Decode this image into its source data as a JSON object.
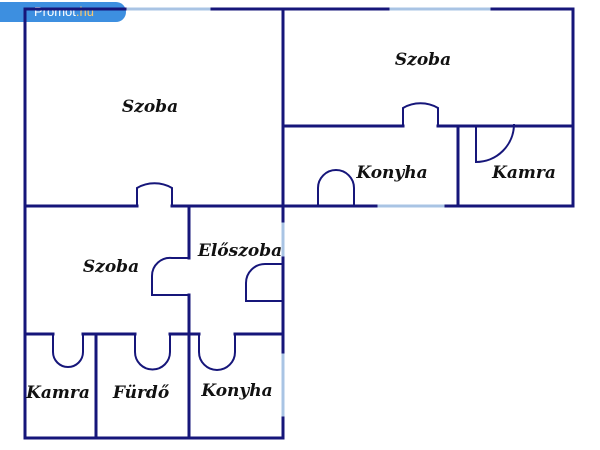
{
  "watermark": {
    "brand": "Promot",
    "suffix": ".hu"
  },
  "rooms": {
    "szoba_top_left": "Szoba",
    "szoba_top_right": "Szoba",
    "konyha_upper": "Konyha",
    "kamra_right": "Kamra",
    "szoba_middle_left": "Szoba",
    "eloszoba": "Előszoba",
    "kamra_bottom": "Kamra",
    "furdo": "Fürdő",
    "konyha_lower": "Konyha"
  },
  "colors": {
    "wall": "#16167a",
    "window": "#a9c4e4",
    "badge": "#3d8fe0"
  }
}
